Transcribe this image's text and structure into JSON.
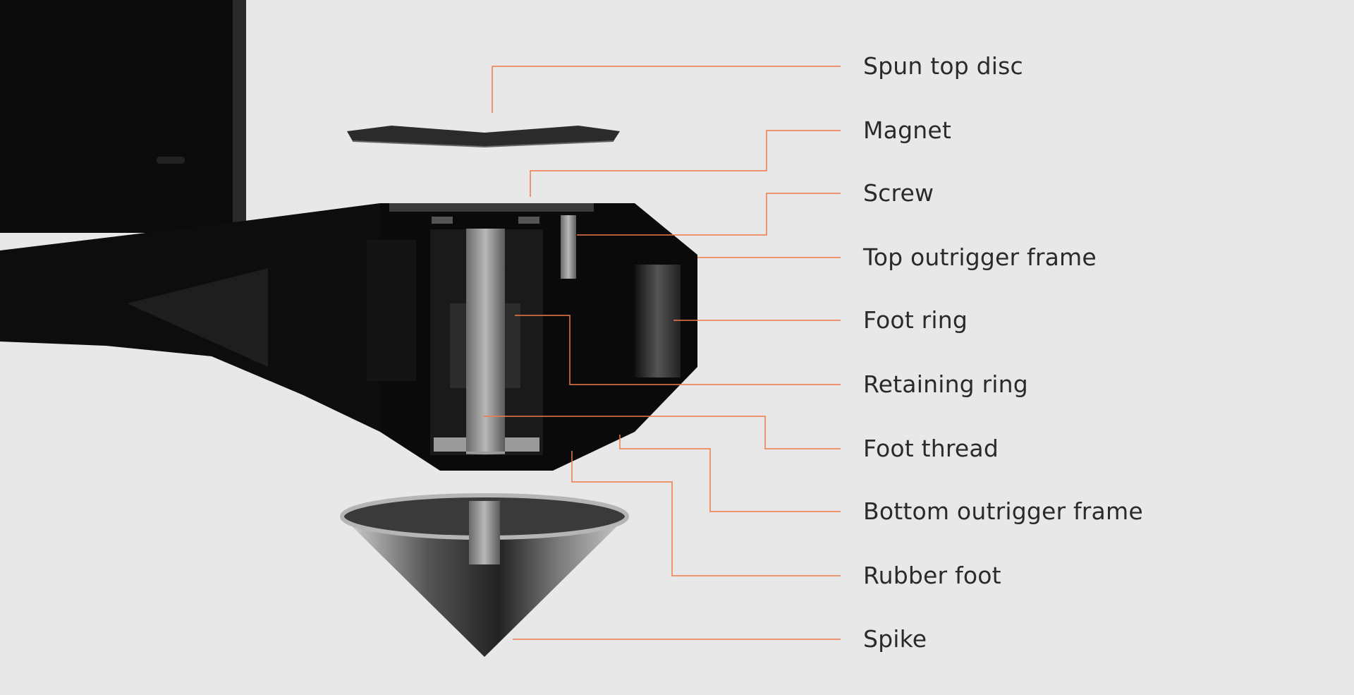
{
  "diagram": {
    "accent_color": "#f07a4a",
    "labels": [
      {
        "text": "Spun top disc"
      },
      {
        "text": "Magnet"
      },
      {
        "text": "Screw"
      },
      {
        "text": "Top outrigger frame"
      },
      {
        "text": "Foot ring"
      },
      {
        "text": "Retaining ring"
      },
      {
        "text": "Foot thread"
      },
      {
        "text": "Bottom outrigger frame"
      },
      {
        "text": "Rubber foot"
      },
      {
        "text": "Spike"
      }
    ]
  }
}
